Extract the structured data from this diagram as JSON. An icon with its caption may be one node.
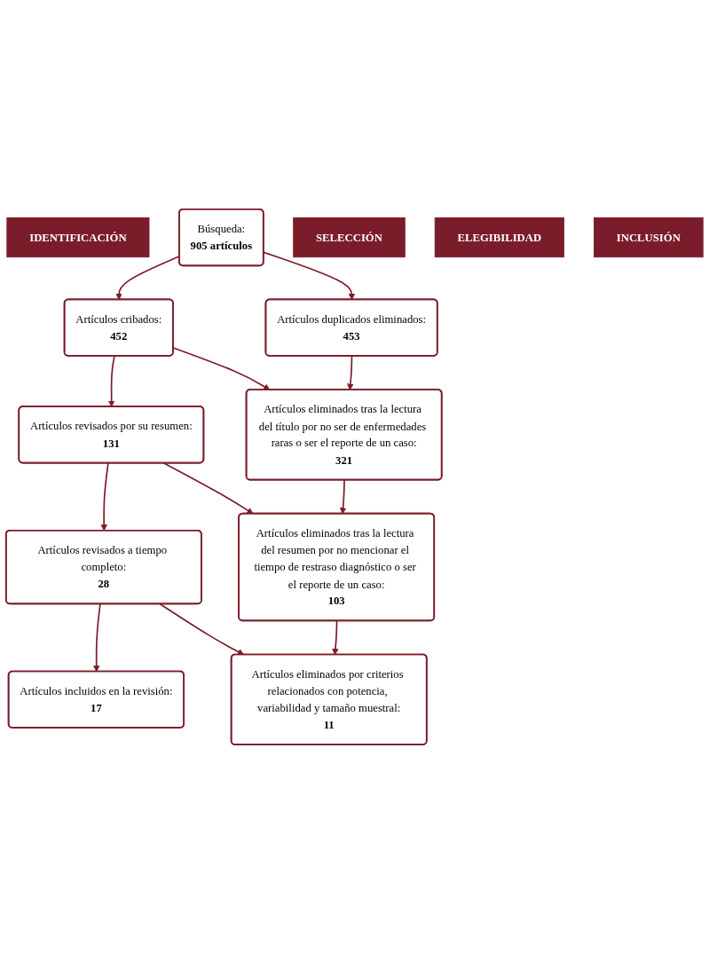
{
  "diagram": {
    "nodes": [
      {
        "text": [
          "IDENTIFICACIÓN"
        ]
      },
      {
        "text": [
          "Búsqueda:",
          "905 artículos"
        ]
      },
      {
        "text": [
          "Artículos duplicados eliminados:",
          "453"
        ]
      },
      {
        "text": [
          "SELECCIÓN"
        ]
      },
      {
        "text": [
          "Artículos cribados:",
          "452"
        ]
      },
      {
        "text": [
          "Artículos eliminados tras la lectura del título por no ser de enfermedades raras o ser el reporte de un caso:",
          "321"
        ]
      },
      {
        "text": [
          "Artículos revisados por su resumen:",
          "131"
        ]
      },
      {
        "text": [
          "ELEGIBILIDAD"
        ]
      },
      {
        "text": [
          "Artículos eliminados tras la lectura del resumen por no mencionar el tiempo de restraso diagnóstico o ser el reporte de un caso:",
          "103"
        ]
      },
      {
        "text": [
          "Artículos revisados a tiempo completo:",
          "28"
        ]
      },
      {
        "text": [
          "Artículos eliminados por criterios relacionados con potencia, variabilidad y tamaño muestral:",
          "11"
        ]
      },
      {
        "text": [
          "INCLUSIÓN"
        ]
      },
      {
        "text": [
          "Artículos incluidos en la revisión:",
          "17"
        ]
      }
    ],
    "edges": [
      {
        "from": 1,
        "to": 4,
        "arrow": "to"
      },
      {
        "from": 1,
        "to": 2,
        "arrow": "to"
      },
      {
        "from": 2,
        "to": 5,
        "arrow": "to"
      },
      {
        "from": 4,
        "to": 6,
        "arrow": "to"
      },
      {
        "from": 4,
        "to": 5,
        "arrow": "to"
      },
      {
        "from": 5,
        "to": 8,
        "arrow": "to"
      },
      {
        "from": 6,
        "to": 9,
        "arrow": "to"
      },
      {
        "from": 6,
        "to": 8,
        "arrow": "to"
      },
      {
        "from": 8,
        "to": 10,
        "arrow": "to"
      },
      {
        "from": 9,
        "to": 12,
        "arrow": "to"
      },
      {
        "from": 9,
        "to": 10,
        "arrow": "to"
      }
    ]
  }
}
